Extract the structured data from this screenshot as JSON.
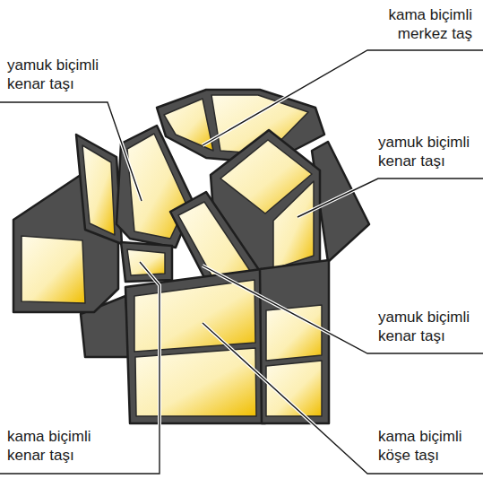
{
  "diagram": {
    "labels": [
      "kama biçimli merkez taş",
      "yamuk biçimli kenar taşı",
      "yamuk biçimli kenar taşı",
      "yamuk biçimli kenar taşı",
      "kama biçimli kenar taşı",
      "kama biçimli köşe taşı"
    ]
  }
}
